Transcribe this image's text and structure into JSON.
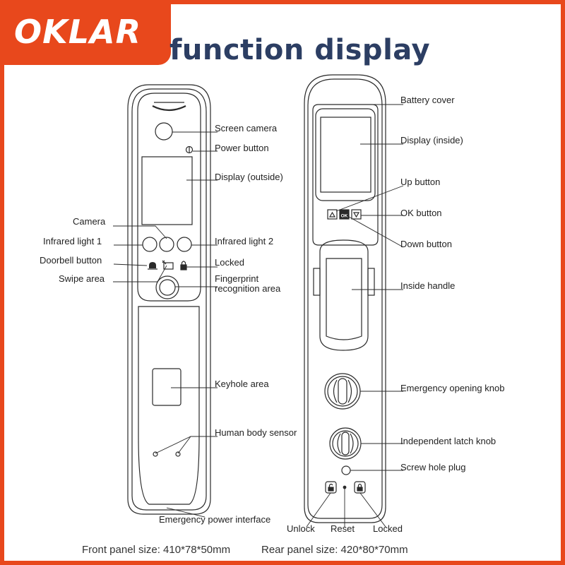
{
  "brand": {
    "logo": "OKLAR",
    "accent": "#e8481c",
    "title_color": "#2c3e63"
  },
  "title": "function display",
  "front": {
    "labels": {
      "screen_camera": "Screen camera",
      "power_button": "Power button",
      "display_outside": "Display (outside)",
      "camera": "Camera",
      "infrared_light_1": "Infrared light 1",
      "infrared_light_2": "Infrared light 2",
      "doorbell_button": "Doorbell button",
      "locked": "Locked",
      "swipe_area": "Swipe area",
      "fingerprint_line1": "Fingerprint",
      "fingerprint_line2": "recognition area",
      "keyhole_area": "Keyhole area",
      "human_body_sensor": "Human body sensor",
      "emergency_power": "Emergency power interface"
    },
    "size": "Front panel size: 410*78*50mm"
  },
  "rear": {
    "labels": {
      "battery_cover": "Battery cover",
      "display_inside": "Display (inside)",
      "up_button": "Up button",
      "ok_button": "OK button",
      "down_button": "Down button",
      "inside_handle": "Inside handle",
      "emergency_knob": "Emergency opening knob",
      "latch_knob": "Independent latch knob",
      "screw_hole": "Screw hole plug",
      "unlock": "Unlock",
      "reset": "Reset",
      "locked": "Locked"
    },
    "button_glyphs": {
      "ok": "OK"
    },
    "size": "Rear panel size: 420*80*70mm"
  },
  "icons": [
    "doorbell-icon",
    "lock-icon",
    "unlock-icon",
    "power-icon",
    "up-arrow-icon",
    "down-arrow-icon"
  ]
}
